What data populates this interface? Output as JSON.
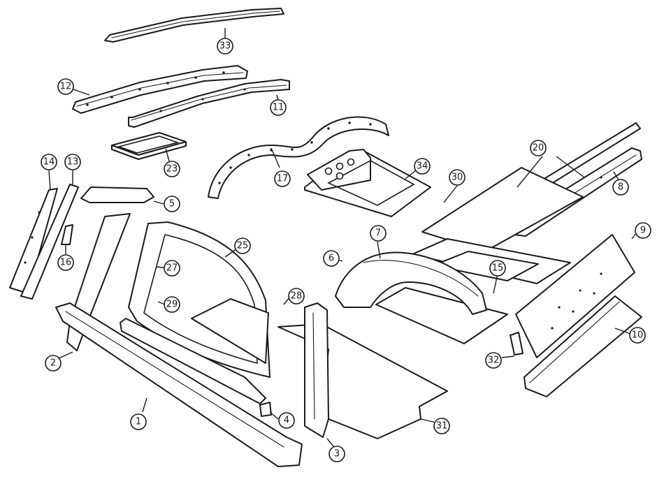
{
  "callouts": [
    "33",
    "12",
    "11",
    "23",
    "17",
    "34",
    "20",
    "30",
    "8",
    "14",
    "13",
    "5",
    "16",
    "25",
    "27",
    "7",
    "6",
    "15",
    "9",
    "29",
    "28",
    "2",
    "32",
    "10",
    "1",
    "4",
    "31",
    "3"
  ]
}
